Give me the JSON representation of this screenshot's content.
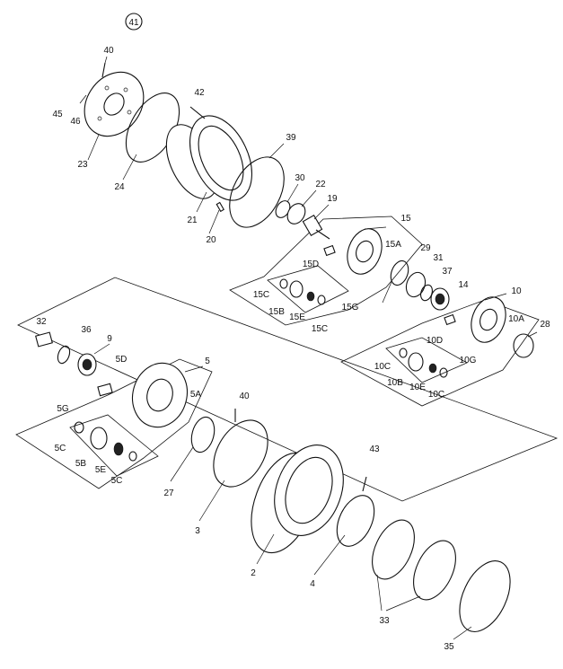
{
  "callout_ref": "41",
  "labels": {
    "l40a": "40",
    "l42": "42",
    "l45": "45",
    "l46": "46",
    "l23": "23",
    "l24": "24",
    "l39": "39",
    "l30": "30",
    "l22": "22",
    "l19": "19",
    "l21": "21",
    "l20": "20",
    "l15": "15",
    "l15A": "15A",
    "l15D": "15D",
    "l15C1": "15C",
    "l15B": "15B",
    "l15E": "15E",
    "l15G": "15G",
    "l15C2": "15C",
    "l29": "29",
    "l31": "31",
    "l37": "37",
    "l14": "14",
    "l10": "10",
    "l10A": "10A",
    "l10D": "10D",
    "l28": "28",
    "l10C1": "10C",
    "l10B": "10B",
    "l10E": "10E",
    "l10G": "10G",
    "l10C2": "10C",
    "l32": "32",
    "l36": "36",
    "l9": "9",
    "l5": "5",
    "l5D": "5D",
    "l5A": "5A",
    "l5G": "5G",
    "l5C1": "5C",
    "l5B": "5B",
    "l5E": "5E",
    "l5C2": "5C",
    "l40b": "40",
    "l27": "27",
    "l3": "3",
    "l43": "43",
    "l2": "2",
    "l4": "4",
    "l33": "33",
    "l35": "35"
  }
}
